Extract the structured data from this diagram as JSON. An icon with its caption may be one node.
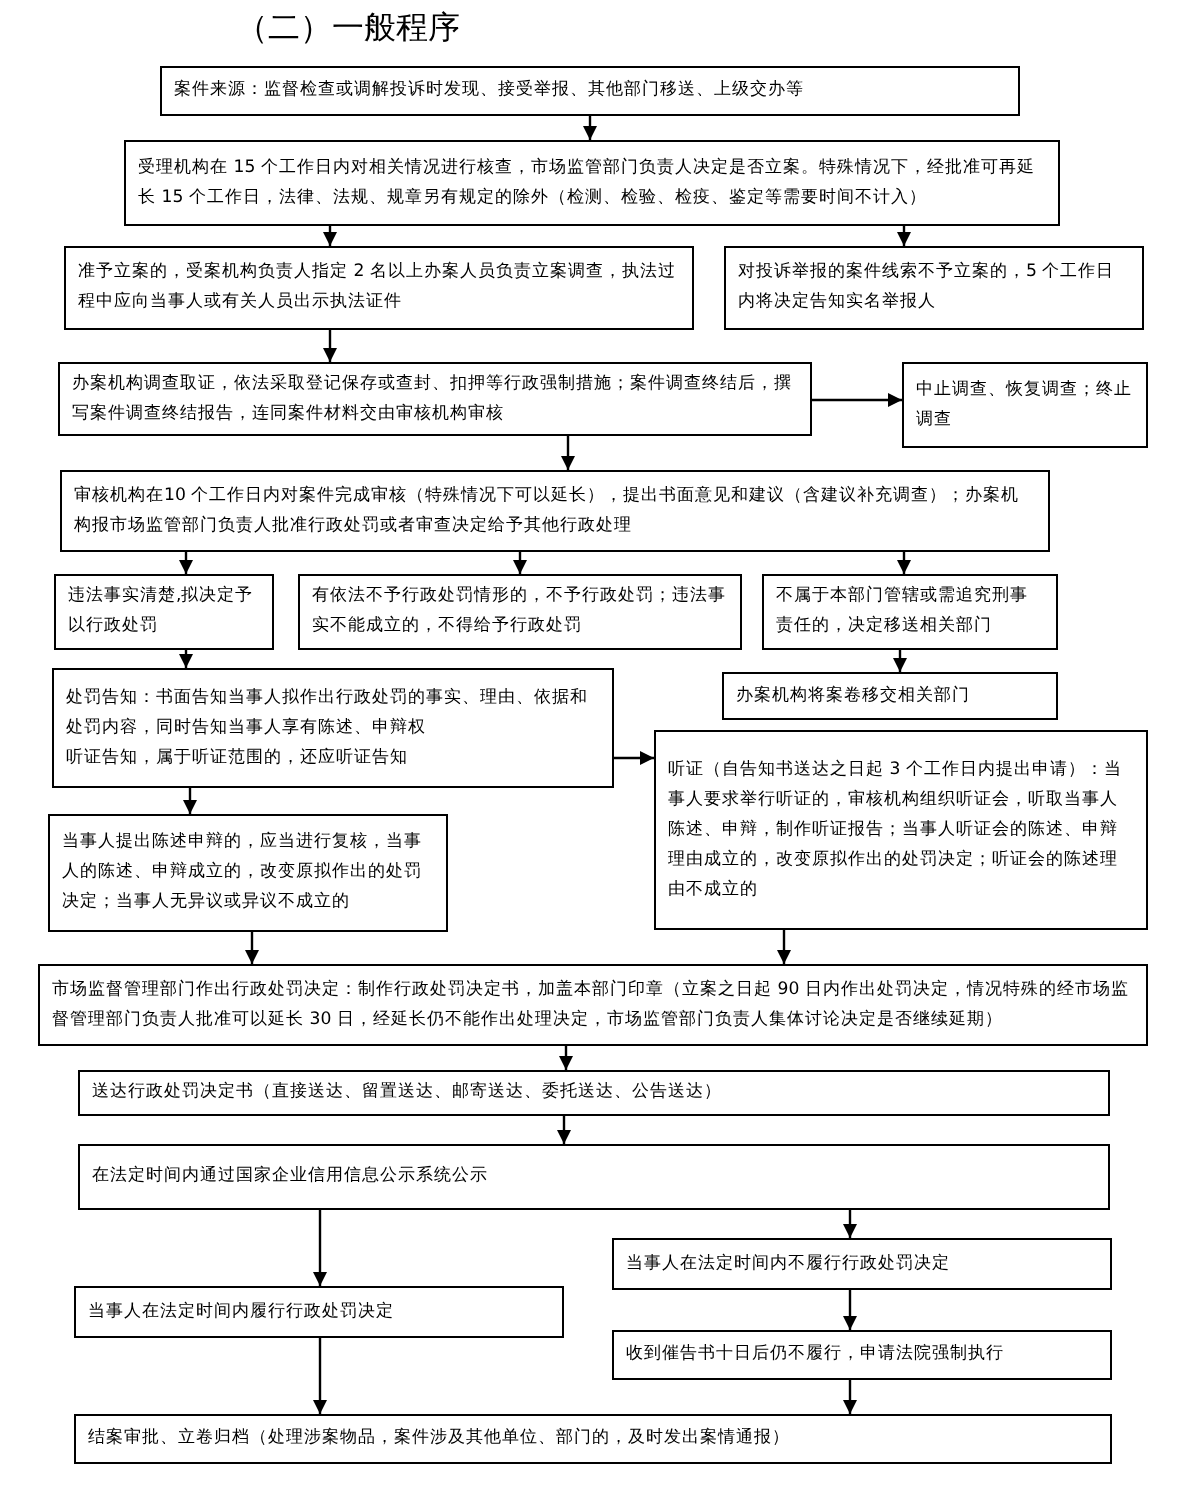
{
  "diagram": {
    "title": "（二）一般程序",
    "nodes": [
      {
        "text": [
          "案件来源：监督检查或调解投诉时发现、接受举报、其他部门移送、上级交办等"
        ]
      },
      {
        "text": [
          "受理机构在 15 个工作日内对相关情况进行核查，市场监管部门负责人决定是否立案。特殊情况下，经批准可再延长 15 个工作日，法律、法规、规章另有规定的除外（检测、检验、检疫、鉴定等需要时间不计入）"
        ]
      },
      {
        "text": [
          "准予立案的，受案机构负责人指定 2 名以上办案人员负责立案调查，执法过程中应向当事人或有关人员出示执法证件"
        ]
      },
      {
        "text": [
          "对投诉举报的案件线索不予立案的，5 个工作日内将决定告知实名举报人"
        ]
      },
      {
        "text": [
          "办案机构调查取证，依法采取登记保存或查封、扣押等行政强制措施；案件调查终结后，撰写案件调查终结报告，连同案件材料交由审核机构审核"
        ]
      },
      {
        "text": [
          "中止调查、恢复调查；终止调查"
        ]
      },
      {
        "text": [
          "审核机构在10 个工作日内对案件完成审核（特殊情况下可以延长），提出书面意见和建议（含建议补充调查）；办案机构报市场监管部门负责人批准行政处罚或者审查决定给予其他行政处理"
        ]
      },
      {
        "text": [
          "违法事实清楚,拟决定予以行政处罚"
        ]
      },
      {
        "text": [
          "有依法不予行政处罚情形的，不予行政处罚；违法事实不能成立的，不得给予行政处罚"
        ]
      },
      {
        "text": [
          "不属于本部门管辖或需追究刑事责任的，决定移送相关部门"
        ]
      },
      {
        "text": [
          "处罚告知：书面告知当事人拟作出行政处罚的事实、理由、依据和处罚内容，同时告知当事人享有陈述、申辩权",
          "听证告知，属于听证范围的，还应听证告知"
        ]
      },
      {
        "text": [
          "办案机构将案卷移交相关部门"
        ]
      },
      {
        "text": [
          "听证（自告知书送达之日起 3 个工作日内提出申请）：当事人要求举行听证的，审核机构组织听证会，听取当事人陈述、申辩，制作听证报告；当事人听证会的陈述、申辩理由成立的，改变原拟作出的处罚决定；听证会的陈述理由不成立的"
        ]
      },
      {
        "text": [
          "当事人提出陈述申辩的，应当进行复核，当事人的陈述、申辩成立的，改变原拟作出的处罚决定；当事人无异议或异议不成立的"
        ]
      },
      {
        "text": [
          "市场监督管理部门作出行政处罚决定：制作行政处罚决定书，加盖本部门印章（立案之日起 90 日内作出处罚决定，情况特殊的经市场监督管理部门负责人批准可以延长 30 日，经延长仍不能作出处理决定，市场监管部门负责人集体讨论决定是否继续延期）"
        ]
      },
      {
        "text": [
          "送达行政处罚决定书（直接送达、留置送达、邮寄送达、委托送达、公告送达）"
        ]
      },
      {
        "text": [
          "在法定时间内通过国家企业信用信息公示系统公示"
        ]
      },
      {
        "text": [
          "当事人在法定时间内不履行行政处罚决定"
        ]
      },
      {
        "text": [
          "当事人在法定时间内履行行政处罚决定"
        ]
      },
      {
        "text": [
          "收到催告书十日后仍不履行，申请法院强制执行"
        ]
      },
      {
        "text": [
          "结案审批、立卷归档（处理涉案物品，案件涉及其他单位、部门的，及时发出案情通报）"
        ]
      }
    ],
    "edges": [
      {
        "from": 0,
        "to": 1,
        "arrow": "to"
      },
      {
        "from": 1,
        "to": 2,
        "arrow": "to"
      },
      {
        "from": 1,
        "to": 3,
        "arrow": "to"
      },
      {
        "from": 2,
        "to": 4,
        "arrow": "to"
      },
      {
        "from": 4,
        "to": 5,
        "arrow": "to"
      },
      {
        "from": 4,
        "to": 6,
        "arrow": "to"
      },
      {
        "from": 6,
        "to": 7,
        "arrow": "to"
      },
      {
        "from": 6,
        "to": 8,
        "arrow": "to"
      },
      {
        "from": 6,
        "to": 9,
        "arrow": "to"
      },
      {
        "from": 7,
        "to": 10,
        "arrow": "to"
      },
      {
        "from": 9,
        "to": 11,
        "arrow": "to"
      },
      {
        "from": 10,
        "to": 12,
        "arrow": "to"
      },
      {
        "from": 10,
        "to": 13,
        "arrow": "to"
      },
      {
        "from": 13,
        "to": 14,
        "arrow": "to"
      },
      {
        "from": 12,
        "to": 14,
        "arrow": "to"
      },
      {
        "from": 14,
        "to": 15,
        "arrow": "to"
      },
      {
        "from": 15,
        "to": 16,
        "arrow": "to"
      },
      {
        "from": 16,
        "to": 18,
        "arrow": "to"
      },
      {
        "from": 16,
        "to": 17,
        "arrow": "to"
      },
      {
        "from": 17,
        "to": 19,
        "arrow": "to"
      },
      {
        "from": 18,
        "to": 20,
        "arrow": "to"
      },
      {
        "from": 19,
        "to": 20,
        "arrow": "to"
      }
    ]
  }
}
